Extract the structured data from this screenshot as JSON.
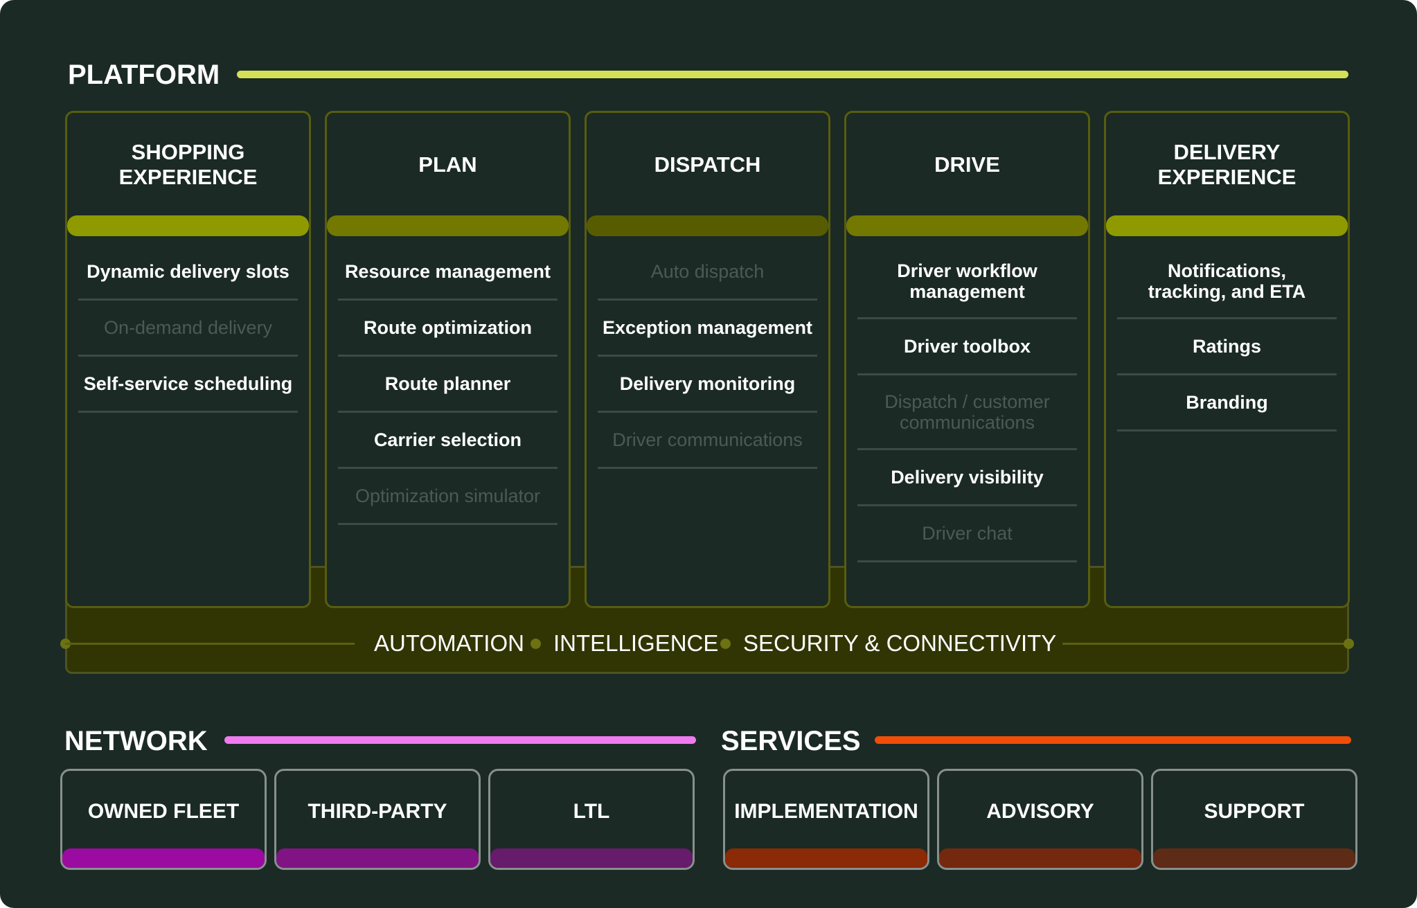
{
  "platform": {
    "title": "PLATFORM",
    "rule_color": "#d4e157",
    "columns": [
      {
        "title": "SHOPPING EXPERIENCE",
        "bar_color": "#8e9a00",
        "items": [
          {
            "label": "Dynamic delivery slots",
            "active": true
          },
          {
            "label": "On-demand delivery",
            "active": false
          },
          {
            "label": "Self-service scheduling",
            "active": true
          }
        ]
      },
      {
        "title": "PLAN",
        "bar_color": "#727800",
        "items": [
          {
            "label": "Resource management",
            "active": true
          },
          {
            "label": "Route optimization",
            "active": true
          },
          {
            "label": "Route planner",
            "active": true
          },
          {
            "label": "Carrier selection",
            "active": true
          },
          {
            "label": "Optimization simulator",
            "active": false
          }
        ]
      },
      {
        "title": "DISPATCH",
        "bar_color": "#585c00",
        "items": [
          {
            "label": "Auto dispatch",
            "active": false
          },
          {
            "label": "Exception management",
            "active": true
          },
          {
            "label": "Delivery monitoring",
            "active": true
          },
          {
            "label": "Driver communications",
            "active": false
          }
        ]
      },
      {
        "title": "DRIVE",
        "bar_color": "#727800",
        "items": [
          {
            "label": "Driver workflow management",
            "active": true
          },
          {
            "label": "Driver toolbox",
            "active": true
          },
          {
            "label": "Dispatch / customer communications",
            "active": false
          },
          {
            "label": "Delivery visibility",
            "active": true
          },
          {
            "label": "Driver chat",
            "active": false
          }
        ]
      },
      {
        "title": "DELIVERY EXPERIENCE",
        "bar_color": "#8e9a00",
        "items": [
          {
            "label": "Notifications, tracking, and ETA",
            "active": true
          },
          {
            "label": "Ratings",
            "active": true
          },
          {
            "label": "Branding",
            "active": true
          }
        ]
      }
    ],
    "pillars": [
      "AUTOMATION",
      "INTELLIGENCE",
      "SECURITY & CONNECTIVITY"
    ]
  },
  "network": {
    "title": "NETWORK",
    "rule_color": "#f07bf0",
    "cards": [
      {
        "label": "OWNED FLEET",
        "bar_color": "#9b0ba1"
      },
      {
        "label": "THIRD-PARTY",
        "bar_color": "#811485"
      },
      {
        "label": "LTL",
        "bar_color": "#661b6b"
      }
    ]
  },
  "services": {
    "title": "SERVICES",
    "rule_color": "#f04e08",
    "cards": [
      {
        "label": "IMPLEMENTATION",
        "bar_color": "#8a2a06"
      },
      {
        "label": "ADVISORY",
        "bar_color": "#74290f"
      },
      {
        "label": "SUPPORT",
        "bar_color": "#5e2b16"
      }
    ]
  }
}
